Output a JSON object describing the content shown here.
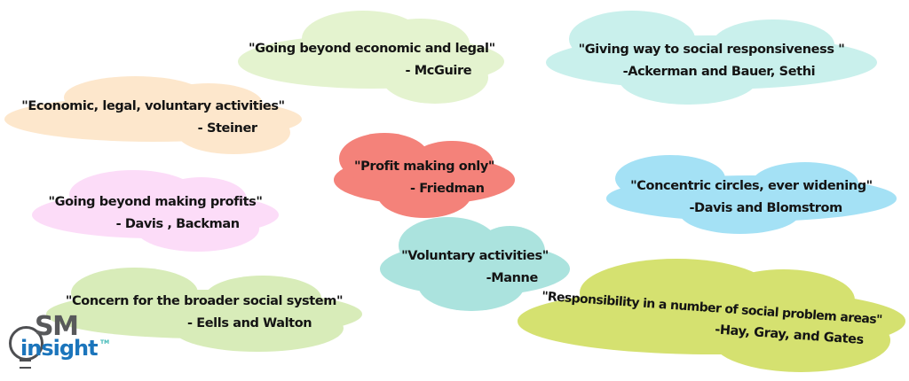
{
  "background_color": "#ffffff",
  "text_color": "#141414",
  "clouds": [
    {
      "quote": "\"Going beyond economic and legal\"",
      "author": "- McGuire",
      "color": "#e4f3cf"
    },
    {
      "quote": "\"Giving way to social responsiveness \"",
      "author": "-Ackerman and Bauer, Sethi",
      "color": "#c9f0ec"
    },
    {
      "quote": "\"Economic, legal, voluntary activities\"",
      "author": "- Steiner",
      "color": "#fde7cc"
    },
    {
      "quote": "\"Profit making only\"",
      "author": "- Friedman",
      "color": "#f4827a"
    },
    {
      "quote": "\"Going beyond making profits\"",
      "author": "- Davis , Backman",
      "color": "#fcdcf8"
    },
    {
      "quote": "\"Concentric circles, ever widening\"",
      "author": "-Davis and Blomstrom",
      "color": "#a4e1f5"
    },
    {
      "quote": "\"Voluntary activities\"",
      "author": "-Manne",
      "color": "#abe3de"
    },
    {
      "quote": "\"Concern for the broader social system\"",
      "author": "- Eells and Walton",
      "color": "#d8ecb9"
    },
    {
      "quote": "\"Responsibility in a number of social problem areas\"",
      "author": "-Hay, Gray, and Gates",
      "color": "#d5e170"
    }
  ],
  "logo": {
    "sm": "SM",
    "insight": "insight",
    "tm": "TM",
    "sm_color": "#58595b",
    "insight_color": "#1b75bc",
    "bulb_color": "#4e4f52",
    "tm_color": "#3bb7b5"
  }
}
